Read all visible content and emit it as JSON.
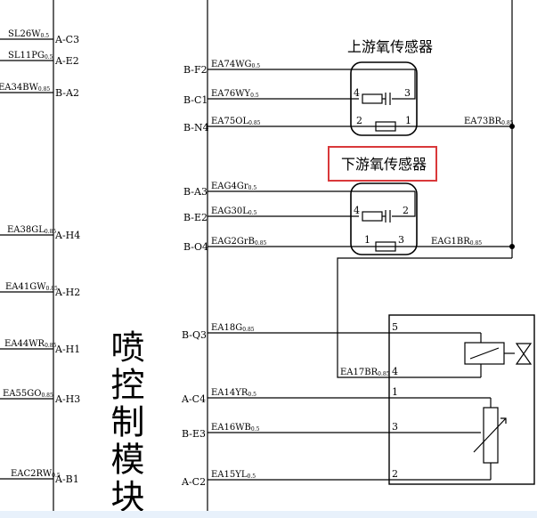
{
  "left_wires": [
    {
      "label": "SL26W",
      "sub": "0.5",
      "pin": "A-C3"
    },
    {
      "label": "SL11PG",
      "sub": "0.5",
      "pin": "A-E2"
    },
    {
      "label": "EA34BW",
      "sub": "0.85",
      "pin": "B-A2"
    },
    {
      "label": "EA38GL",
      "sub": "0.85",
      "pin": "A-H4"
    },
    {
      "label": "EA41GW",
      "sub": "0.85",
      "pin": "A-H2"
    },
    {
      "label": "EA44WR",
      "sub": "0.85",
      "pin": "A-H1"
    },
    {
      "label": "EA55GO",
      "sub": "0.85",
      "pin": "A-H3"
    },
    {
      "label": "EAC2RW",
      "sub": "0.5",
      "pin": "A-B1"
    }
  ],
  "module_label": "喷控制模块",
  "right_pins": [
    "B-F2",
    "B-C1",
    "B-N4",
    "B-A3",
    "B-E2",
    "B-O4",
    "B-Q3",
    "A-C4",
    "B-E3",
    "A-C2"
  ],
  "right_wires": [
    {
      "label": "EA74WG",
      "sub": "0.5"
    },
    {
      "label": "EA76WY",
      "sub": "0.5"
    },
    {
      "label": "EA75OL",
      "sub": "0.85"
    },
    {
      "label": "EAG4Gr",
      "sub": "0.5"
    },
    {
      "label": "EAG30L",
      "sub": "0.5"
    },
    {
      "label": "EAG2GrB",
      "sub": "0.85"
    },
    {
      "label": "EA18G",
      "sub": "0.85"
    },
    {
      "label": "EA14YR",
      "sub": "0.5"
    },
    {
      "label": "EA16WB",
      "sub": "0.5"
    },
    {
      "label": "EA15YL",
      "sub": "0.5"
    }
  ],
  "upstream_sensor": {
    "title": "上游氧传感器",
    "pins": [
      "4",
      "3",
      "2",
      "1"
    ],
    "out_wire": {
      "label": "EA73BR",
      "sub": "0.85"
    }
  },
  "downstream_sensor": {
    "title": "下游氧传感器",
    "pins": [
      "4",
      "2",
      "1",
      "3"
    ],
    "out_wire": {
      "label": "EAG1BR",
      "sub": "0.85"
    }
  },
  "valve_box": {
    "pins": [
      "5",
      "4",
      "1",
      "3",
      "2"
    ],
    "link_wire": {
      "label": "EA17BR",
      "sub": "0.85"
    }
  },
  "colors": {
    "line": "#000000",
    "highlight": "#d9383a"
  }
}
